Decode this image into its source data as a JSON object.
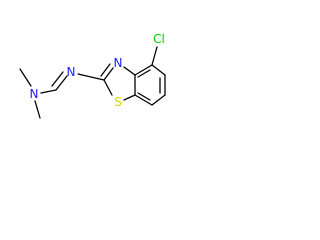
{
  "atoms": {
    "chlorine": {
      "label": "Cl",
      "color": "#00cc00"
    },
    "nitrogen_thiazole": {
      "label": "N",
      "color": "#2020ff"
    },
    "sulfur": {
      "label": "S",
      "color": "#d6d600"
    },
    "nitrogen_imine": {
      "label": "N",
      "color": "#2020ff"
    },
    "nitrogen_amine": {
      "label": "N",
      "color": "#2020ff"
    }
  }
}
